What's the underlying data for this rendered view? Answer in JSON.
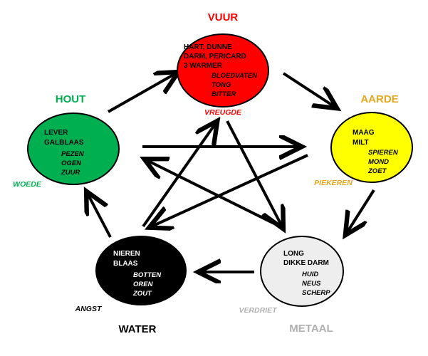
{
  "colors": {
    "vuur": "#ff0000",
    "aarde": "#ffff00",
    "aarde_label": "#e6a820",
    "metaal": "#eeeeee",
    "metaal_label": "#b0b0b0",
    "water": "#000000",
    "hout": "#00b050",
    "arrow": "#000000"
  },
  "elements": {
    "vuur": {
      "title": "VUUR",
      "organs": [
        "HART, DUNNE",
        "DARM, PERICARD",
        "3 WARMER"
      ],
      "tissues": [
        "BLOEDVATEN",
        "TONG",
        "BITTER"
      ],
      "emotion": "VREUGDE"
    },
    "aarde": {
      "title": "AARDE",
      "organs": [
        "MAAG",
        "MILT"
      ],
      "tissues": [
        "SPIEREN",
        "MOND",
        "ZOET"
      ],
      "emotion": "PIEKEREN"
    },
    "metaal": {
      "title": "METAAL",
      "organs": [
        "LONG",
        "DIKKE DARM"
      ],
      "tissues": [
        "HUID",
        "NEUS",
        "SCHERP"
      ],
      "emotion": "VERDRIET"
    },
    "water": {
      "title": "WATER",
      "organs": [
        "NIEREN",
        "BLAAS"
      ],
      "tissues": [
        "BOTTEN",
        "OREN",
        "ZOUT"
      ],
      "emotion": "ANGST"
    },
    "hout": {
      "title": "HOUT",
      "organs": [
        "LEVER",
        "GALBLAAS"
      ],
      "tissues": [
        "PEZEN",
        "OGEN",
        "ZUUR"
      ],
      "emotion": "WOEDE"
    }
  }
}
